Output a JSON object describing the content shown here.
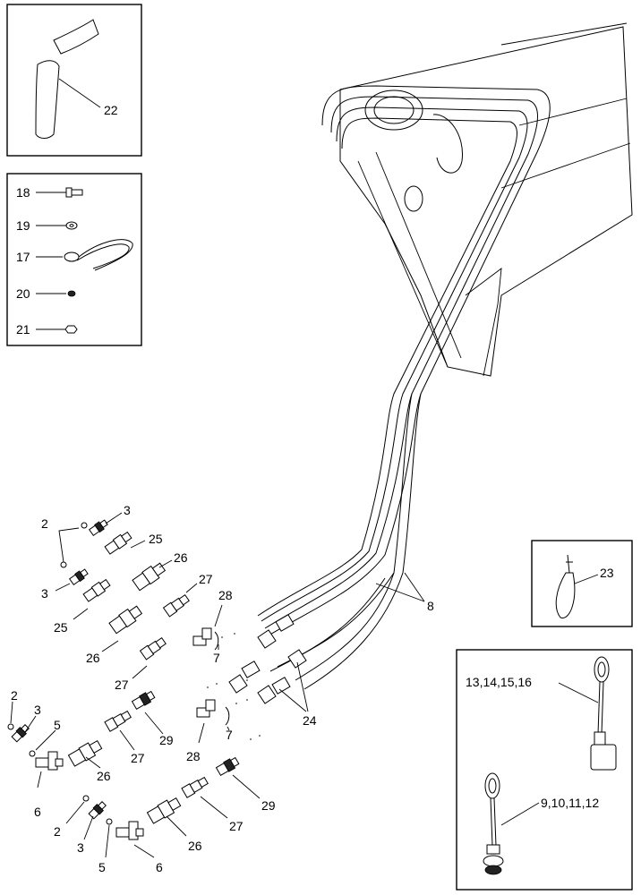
{
  "callouts": {
    "c22": "22",
    "c18": "18",
    "c19": "19",
    "c17": "17",
    "c20": "20",
    "c21": "21",
    "c23": "23",
    "c13_16": "13,14,15,16",
    "c9_12": "9,10,11,12",
    "c8": "8",
    "c24": "24",
    "c3a": "3",
    "c2a": "2",
    "c25a": "25",
    "c26a": "26",
    "c27a": "27",
    "c28a": "28",
    "c7a": "7",
    "c3b": "3",
    "c25b": "25",
    "c26b": "26",
    "c27b": "27",
    "c2c": "2",
    "c3c": "3",
    "c5c": "5",
    "c6c": "6",
    "c26c": "26",
    "c27c": "27",
    "c29c": "29",
    "c28c": "28",
    "c7c": "7",
    "c2d": "2",
    "c3d": "3",
    "c5d": "5",
    "c6d": "6",
    "c26d": "26",
    "c27d": "27",
    "c29d": "29"
  }
}
